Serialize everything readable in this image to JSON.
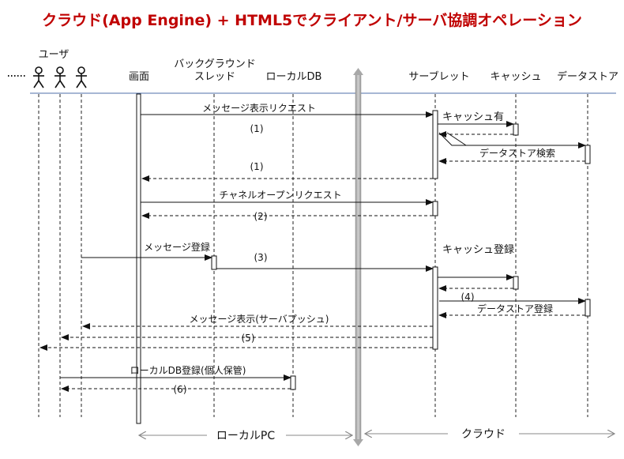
{
  "title": "クラウド(App Engine) + HTML5でクライアント/サーバ協調オペレーション",
  "participants": {
    "user": "ユーザ",
    "screen": "画面",
    "background_thread_line1": "バックグラウンド",
    "background_thread_line2": "スレッド",
    "local_db": "ローカルDB",
    "servlet": "サーブレット",
    "cache": "キャッシュ",
    "datastore": "データストア"
  },
  "zones": {
    "local_pc": "ローカルPC",
    "cloud": "クラウド"
  },
  "messages": {
    "m1_request": "メッセージ表示リクエスト",
    "m1_num_a": "(1)",
    "cache_hit": "キャッシュ有",
    "datastore_search": "データストア検索",
    "m1_num_b": "(1)",
    "channel_open": "チャネルオープンリクエスト",
    "m2_num": "(2)",
    "message_register": "メッセージ登録",
    "m3_num": "(3)",
    "cache_register": "キャッシュ登録",
    "m4_num": "(4)",
    "datastore_register": "データストア登録",
    "server_push": "メッセージ表示(サーバプッシュ)",
    "m5_num": "(5)",
    "local_db_register": "ローカルDB登録(個人保管)",
    "m6_num": "(6)"
  }
}
